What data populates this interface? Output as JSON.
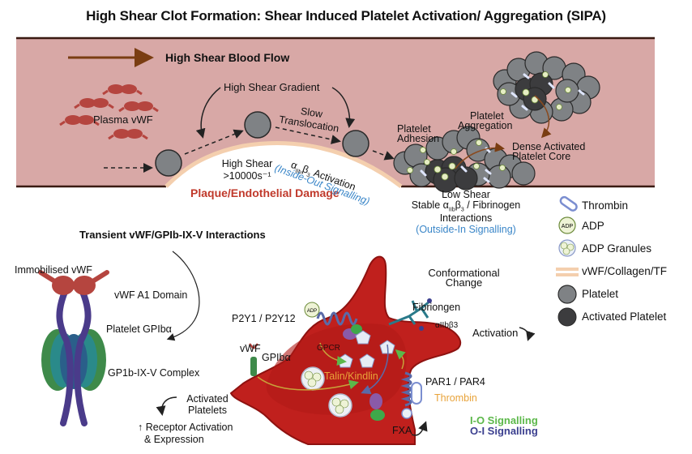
{
  "title": "High Shear Clot Formation: Shear Induced Platelet Activation/ Aggregation (SIPA)",
  "colors": {
    "vessel_fill": "#d8a8a6",
    "vessel_wall": "#3a1a12",
    "flow_arrow": "#7a3d12",
    "vwf": "#b5453f",
    "platelet": "#7f8285",
    "activated_platelet": "#3c3c3e",
    "plaque_edge": "#f4cfae",
    "plaque_damage_text": "#c0392b",
    "signalling_blue": "#3a86c8",
    "cell_red": "#c0201d",
    "io_green": "#5cb84a",
    "oi_navy": "#3b3f8f",
    "thrombin_orange": "#e8a33a"
  },
  "vessel": {
    "flow_label": "High Shear Blood Flow",
    "plasma_vwf": "Plasma vWF",
    "gradient": "High Shear Gradient",
    "slow_translocation": [
      "Slow",
      "Translocation"
    ],
    "high_shear": [
      "High Shear",
      ">10000s⁻¹"
    ],
    "plaque": "Plaque/Endothelial Damage",
    "integrin_activation": "αᵢᵢ♭β₃ Activation",
    "integrin_activation_parts": {
      "alpha": "α",
      "sub": "IIb",
      "beta": "β",
      "sub3": "3",
      "rest": " Activation"
    },
    "inside_out": "(Inside-Out Signalling)",
    "adhesion": [
      "Platelet",
      "Adhesion"
    ],
    "aggregation": [
      "Platelet",
      "Aggregation"
    ],
    "dense_core": [
      "Dense Activated",
      "Platelet Core"
    ],
    "low_shear": "Low Shear",
    "stable_prefix": "Stable ",
    "stable_suffix": " / Fibrinogen",
    "interactions": "Interactions",
    "outside_in": "(Outside-In Signalling)"
  },
  "legend": [
    {
      "icon": "thrombin-icon",
      "label": "Thrombin"
    },
    {
      "icon": "adp-icon",
      "label": "ADP",
      "glyph": "ADP"
    },
    {
      "icon": "adp-granules-icon",
      "label": "ADP Granules"
    },
    {
      "icon": "vwf-collagen-tf-icon",
      "label": "vWF/Collagen/TF"
    },
    {
      "icon": "platelet-icon",
      "label": "Platelet"
    },
    {
      "icon": "activated-platelet-icon",
      "label": "Activated Platelet"
    }
  ],
  "lower": {
    "section_title": "Transient vWF/GPIb-IX-V Interactions",
    "immobilised_vwf": "Immobilised vWF",
    "a1_domain": "vWF A1 Domain",
    "gpiba": "Platelet GPIbα",
    "complex": "GP1b-IX-V Complex",
    "activated_platelets": [
      "Activated",
      "Platelets"
    ],
    "receptor": [
      "↑ Receptor Activation",
      "& Expression"
    ],
    "p2y": "P2Y1 / P2Y12",
    "adp": "ADP",
    "vwf_small": "vWF",
    "gpiba_small": "GPIbα",
    "gpcr": "GPCR",
    "talin": "Talin/Kindlin",
    "fibrinogen": "Fibriongen",
    "integrin": "αIIbβ3",
    "conformational": [
      "Conformational",
      "Change"
    ],
    "activation": "Activation",
    "par": "PAR1 / PAR4",
    "thrombin": "Thrombin",
    "fxa": "FXA",
    "io": "I-O Signalling",
    "oi": "O-I Signalling"
  }
}
